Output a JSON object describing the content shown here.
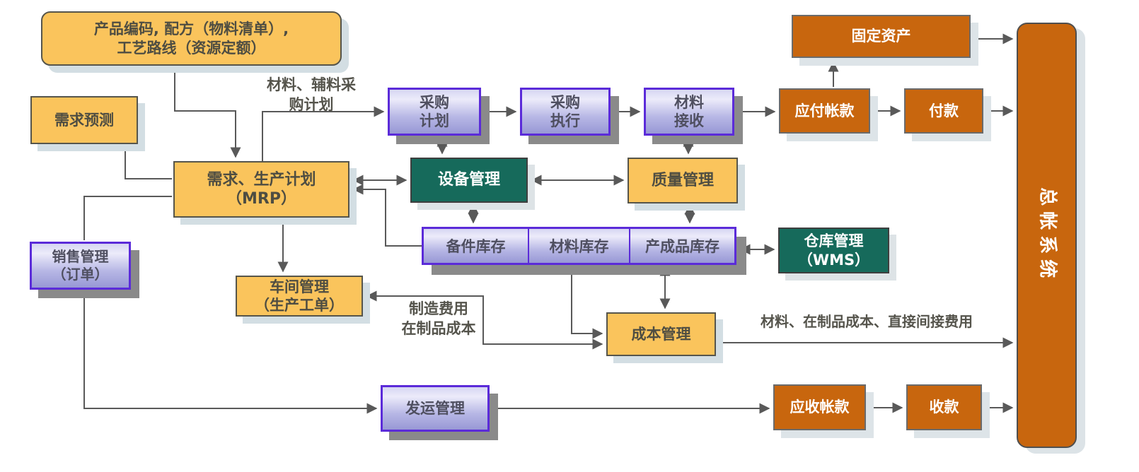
{
  "diagram": {
    "boxes": {
      "product_info": "产品编码, 配方（物料清单）,\n工艺路线（资源定额）",
      "demand_forecast": "需求预测",
      "mrp": "需求、生产计划\n（MRP）",
      "sales": "销售管理\n（订单）",
      "purchase_plan": "采购\n计划",
      "purchase_exec": "采购\n执行",
      "material_receipt": "材料\n接收",
      "accounts_payable": "应付帐款",
      "payment": "付款",
      "fixed_assets": "固定资产",
      "general_ledger": "总帐系统",
      "equipment": "设备管理",
      "quality": "质量管理",
      "wms": "仓库管理\n（WMS）",
      "workshop": "车间管理\n（生产工单）",
      "cost": "成本管理",
      "shipping": "发运管理",
      "accounts_receivable": "应收帐款",
      "receipt": "收款"
    },
    "inventory": {
      "cells": [
        "备件库存",
        "材料库存",
        "产成品库存"
      ]
    },
    "labels": {
      "purchase_plan_flow": "材料、辅料采\n购计划",
      "mfg_cost_flow": "制造费用\n在制品成本",
      "cost_to_gl_flow": "材料、在制品成本、直接间接费用"
    },
    "colors": {
      "yellow_fill": "#FAC45C",
      "orange_fill": "#C8660E",
      "teal_fill": "#166A5B",
      "purple_border": "#5B2BD9",
      "connector": "#595959"
    }
  }
}
